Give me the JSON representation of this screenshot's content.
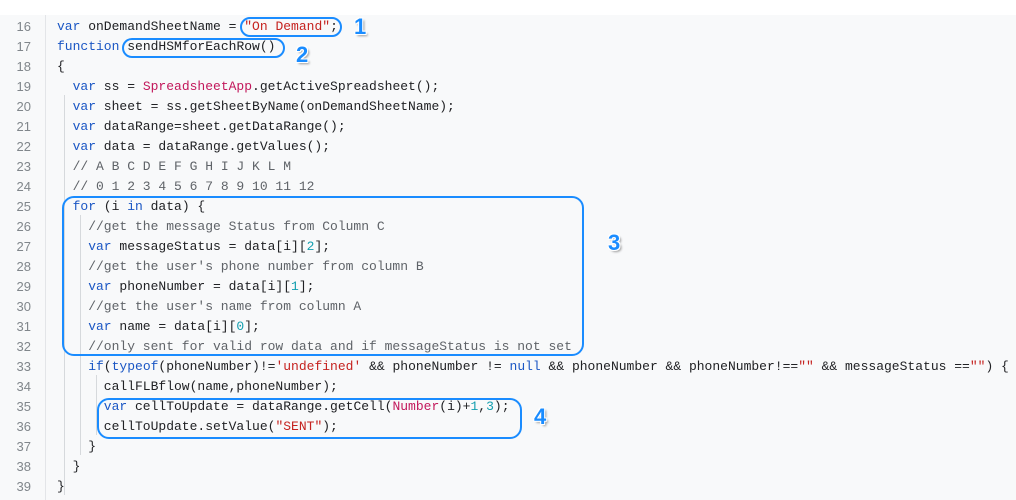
{
  "editor": {
    "lines": [
      {
        "num": "16",
        "indent": 0,
        "tokens": [
          [
            "k",
            "var"
          ],
          [
            "p",
            " onDemandSheetName = "
          ],
          [
            "s",
            "\"On Demand\""
          ],
          [
            "p",
            ";"
          ]
        ]
      },
      {
        "num": "17",
        "indent": 0,
        "tokens": [
          [
            "k",
            "function"
          ],
          [
            "p",
            " sendHSMforEachRow()"
          ]
        ]
      },
      {
        "num": "18",
        "indent": 0,
        "tokens": [
          [
            "p",
            "{"
          ]
        ]
      },
      {
        "num": "19",
        "indent": 2,
        "tokens": [
          [
            "k",
            "var"
          ],
          [
            "p",
            " ss = "
          ],
          [
            "c",
            "SpreadsheetApp"
          ],
          [
            "p",
            ".getActiveSpreadsheet();"
          ]
        ]
      },
      {
        "num": "20",
        "indent": 2,
        "tokens": [
          [
            "k",
            "var"
          ],
          [
            "p",
            " sheet = ss.getSheetByName(onDemandSheetName);"
          ]
        ]
      },
      {
        "num": "21",
        "indent": 2,
        "tokens": [
          [
            "k",
            "var"
          ],
          [
            "p",
            " dataRange=sheet.getDataRange();"
          ]
        ]
      },
      {
        "num": "22",
        "indent": 2,
        "tokens": [
          [
            "k",
            "var"
          ],
          [
            "p",
            " data = dataRange.getValues();"
          ]
        ]
      },
      {
        "num": "23",
        "indent": 2,
        "tokens": [
          [
            "m",
            "// A B C D E F G H I J K L M"
          ]
        ]
      },
      {
        "num": "24",
        "indent": 2,
        "tokens": [
          [
            "m",
            "// 0 1 2 3 4 5 6 7 8 9 10 11 12"
          ]
        ]
      },
      {
        "num": "25",
        "indent": 2,
        "tokens": [
          [
            "k",
            "for"
          ],
          [
            "p",
            " (i "
          ],
          [
            "k",
            "in"
          ],
          [
            "p",
            " data) {"
          ]
        ]
      },
      {
        "num": "26",
        "indent": 4,
        "tokens": [
          [
            "m",
            "//get the message Status from Column C"
          ]
        ]
      },
      {
        "num": "27",
        "indent": 4,
        "tokens": [
          [
            "k",
            "var"
          ],
          [
            "p",
            " messageStatus = data[i]["
          ],
          [
            "n",
            "2"
          ],
          [
            "p",
            "];"
          ]
        ]
      },
      {
        "num": "28",
        "indent": 4,
        "tokens": [
          [
            "m",
            "//get the user's phone number from column B"
          ]
        ]
      },
      {
        "num": "29",
        "indent": 4,
        "tokens": [
          [
            "k",
            "var"
          ],
          [
            "p",
            " phoneNumber = data[i]["
          ],
          [
            "n",
            "1"
          ],
          [
            "p",
            "];"
          ]
        ]
      },
      {
        "num": "30",
        "indent": 4,
        "tokens": [
          [
            "m",
            "//get the user's name from column A"
          ]
        ]
      },
      {
        "num": "31",
        "indent": 4,
        "tokens": [
          [
            "k",
            "var"
          ],
          [
            "p",
            " name = data[i]["
          ],
          [
            "n",
            "0"
          ],
          [
            "p",
            "];"
          ]
        ]
      },
      {
        "num": "32",
        "indent": 4,
        "tokens": [
          [
            "m",
            "//only sent for valid row data and if messageStatus is not set"
          ]
        ]
      },
      {
        "num": "33",
        "indent": 4,
        "tokens": [
          [
            "k",
            "if"
          ],
          [
            "p",
            "("
          ],
          [
            "k",
            "typeof"
          ],
          [
            "p",
            "(phoneNumber)!="
          ],
          [
            "s",
            "'undefined'"
          ],
          [
            "p",
            " && phoneNumber != "
          ],
          [
            "k",
            "null"
          ],
          [
            "p",
            " && phoneNumber && phoneNumber!=="
          ],
          [
            "s",
            "\"\""
          ],
          [
            "p",
            " && messageStatus =="
          ],
          [
            "s",
            "\"\""
          ],
          [
            "p",
            ") {"
          ]
        ]
      },
      {
        "num": "34",
        "indent": 6,
        "tokens": [
          [
            "p",
            "callFLBflow(name,phoneNumber);"
          ]
        ]
      },
      {
        "num": "35",
        "indent": 6,
        "tokens": [
          [
            "k",
            "var"
          ],
          [
            "p",
            " cellToUpdate = dataRange.getCell("
          ],
          [
            "c",
            "Number"
          ],
          [
            "p",
            "(i)+"
          ],
          [
            "n",
            "1"
          ],
          [
            "p",
            ","
          ],
          [
            "n",
            "3"
          ],
          [
            "p",
            ");"
          ]
        ]
      },
      {
        "num": "36",
        "indent": 6,
        "tokens": [
          [
            "p",
            "cellToUpdate.setValue("
          ],
          [
            "s",
            "\"SENT\""
          ],
          [
            "p",
            ");"
          ]
        ]
      },
      {
        "num": "37",
        "indent": 4,
        "tokens": [
          [
            "p",
            "}"
          ]
        ]
      },
      {
        "num": "38",
        "indent": 2,
        "tokens": [
          [
            "p",
            "}"
          ]
        ]
      },
      {
        "num": "39",
        "indent": 0,
        "tokens": [
          [
            "p",
            "}"
          ]
        ]
      }
    ]
  },
  "annotations": {
    "a1": "1",
    "a2": "2",
    "a3": "3",
    "a4": "4"
  },
  "colors": {
    "annotation": "#1a8cff",
    "keyword": "#1a56c4",
    "string": "#c5221f",
    "class": "#c2185b",
    "number": "#129eaf",
    "comment": "#5f6368"
  }
}
